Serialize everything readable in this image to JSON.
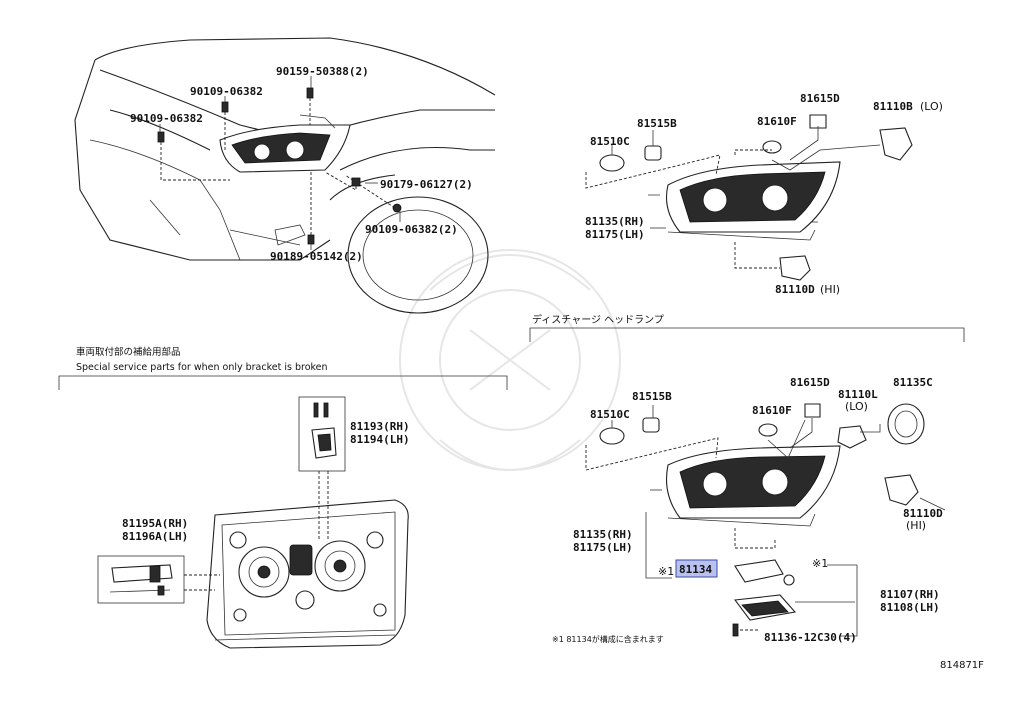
{
  "labels": {
    "p90159": "90159-50388(2)",
    "p90109a": "90109-06382",
    "p90109b": "90109-06382",
    "p90179": "90179-06127(2)",
    "p90109c": "90109-06382(2)",
    "p90189": "90189-05142(2)",
    "t_81615D": "81615D",
    "t_81110B": "81110B",
    "t_81110B_sub": "(LO)",
    "t_81515B": "81515B",
    "t_81610F": "81610F",
    "t_81510C": "81510C",
    "t_81135_rh": "81135(RH)",
    "t_81175_lh": "81175(LH)",
    "t_81110D": "81110D",
    "t_81110D_sub": "(HI)",
    "discharge_title": "ディスチャージ ヘッドランプ",
    "special_jp": "車両取付部の補給用部品",
    "special_en": "Special service parts for when only bracket is broken",
    "s_81193": "81193(RH)",
    "s_81194": "81194(LH)",
    "s_81195A": "81195A(RH)",
    "s_81196A": "81196A(LH)",
    "b_81615D": "81615D",
    "b_81110L": "81110L",
    "b_81110L_sub": "(LO)",
    "b_81135C": "81135C",
    "b_81515B": "81515B",
    "b_81610F": "81610F",
    "b_81510C": "81510C",
    "b_81135_rh": "81135(RH)",
    "b_81175_lh": "81175(LH)",
    "b_81110D": "81110D",
    "b_81110D_sub": "(HI)",
    "b_mark1": "※1",
    "b_81134": "81134",
    "b_mark1b": "※1",
    "b_81107": "81107(RH)",
    "b_81108": "81108(LH)",
    "b_81136": "81136-12C30(4)",
    "footnote": "※1 81134が構成に含まれます",
    "diagram_id": "814871F"
  },
  "colors": {
    "highlight_fill": "#b9c2ee",
    "highlight_stroke": "#3a4aa8",
    "line": "#222222"
  }
}
